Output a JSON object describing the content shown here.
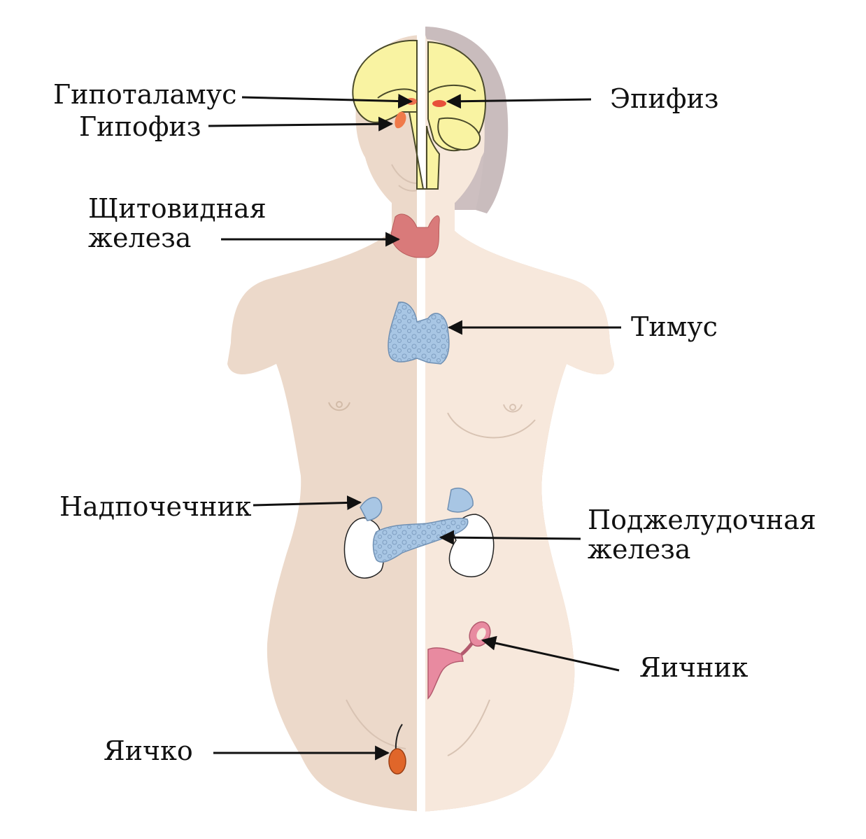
{
  "labels": {
    "hypothalamus": "Гипоталамус",
    "pituitary": "Гипофиз",
    "pineal": "Эпифиз",
    "thyroid_line1": "Щитовидная",
    "thyroid_line2": "железа",
    "thymus": "Тимус",
    "adrenal": "Надпочечник",
    "pancreas_line1": "Поджелудочная",
    "pancreas_line2": "железа",
    "ovary": "Яичник",
    "testis": "Яичко"
  },
  "colors": {
    "skin_left": "#ecd9ca",
    "skin_right": "#f7e8dc",
    "hair": "#cdbfc0",
    "brain": "#f9f3a2",
    "brain_outline": "#4a4a2a",
    "hypothalamus": "#e8503a",
    "pituitary": "#f07a4a",
    "thyroid": "#d97a7a",
    "thymus": "#a8c6e4",
    "pancreas": "#a8c6e4",
    "kidney": "#ffffff",
    "ovary": "#e88aa0",
    "testis": "#e0662a",
    "arrow": "#111111"
  }
}
